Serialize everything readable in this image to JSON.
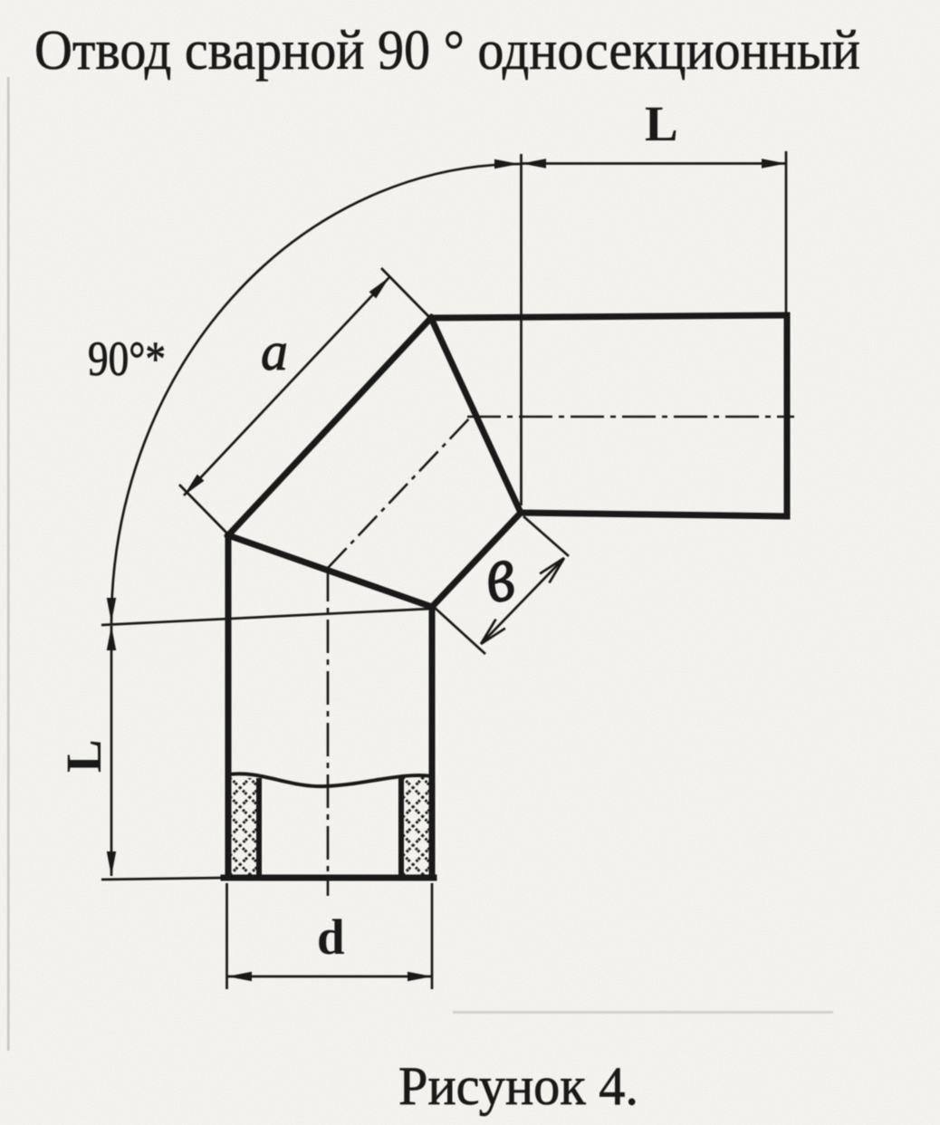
{
  "title": "Отвод сварной 90 ° односекционный",
  "caption": "Рисунок 4.",
  "drawing": {
    "type": "technical-drawing",
    "subject": "welded single-section 90 degree pipe elbow, side view with partial section",
    "dimension_labels": {
      "angle": "90°*",
      "length_top": "L",
      "length_left": "L",
      "segment_outer_side": "a",
      "segment_inner_side": "в",
      "diameter": "d"
    }
  },
  "colors": {
    "ink": "#181614",
    "paper": "#f7f6f2"
  }
}
